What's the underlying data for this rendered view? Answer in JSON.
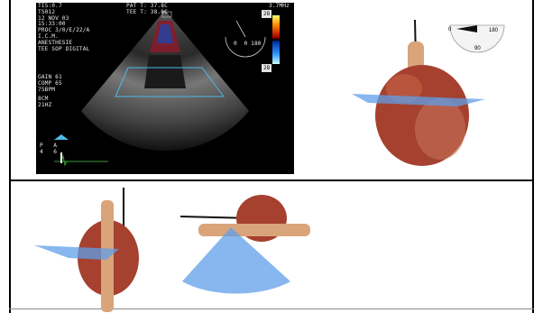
{
  "echo": {
    "header_left": "TIS:0.7\nTS012\n12 NOV 03\n15:33:00\nPROC 3/0/E/22/A\nI.C.M.\nANESTHESIE\nTEE SOP DIGITAL",
    "header_mid": "PAT T: 37.8C\nTEE T: 38.0C",
    "freq": "3.7MHz",
    "gain_block": "GAIN 61\nCOMP 65\n75BPM",
    "depth_block": "8CM\n21HZ",
    "scale_top": "28",
    "scale_bottom": "28",
    "angle_label": "0  0 180",
    "probe_labels": "P   A\n4   6"
  },
  "dial": {
    "left_label": "0",
    "right_label": "180",
    "bottom_label": "90"
  },
  "colors": {
    "plane_blue": "#5f9fe8",
    "heart_red": "#a6402f",
    "aorta_tan": "#d9a47a"
  }
}
